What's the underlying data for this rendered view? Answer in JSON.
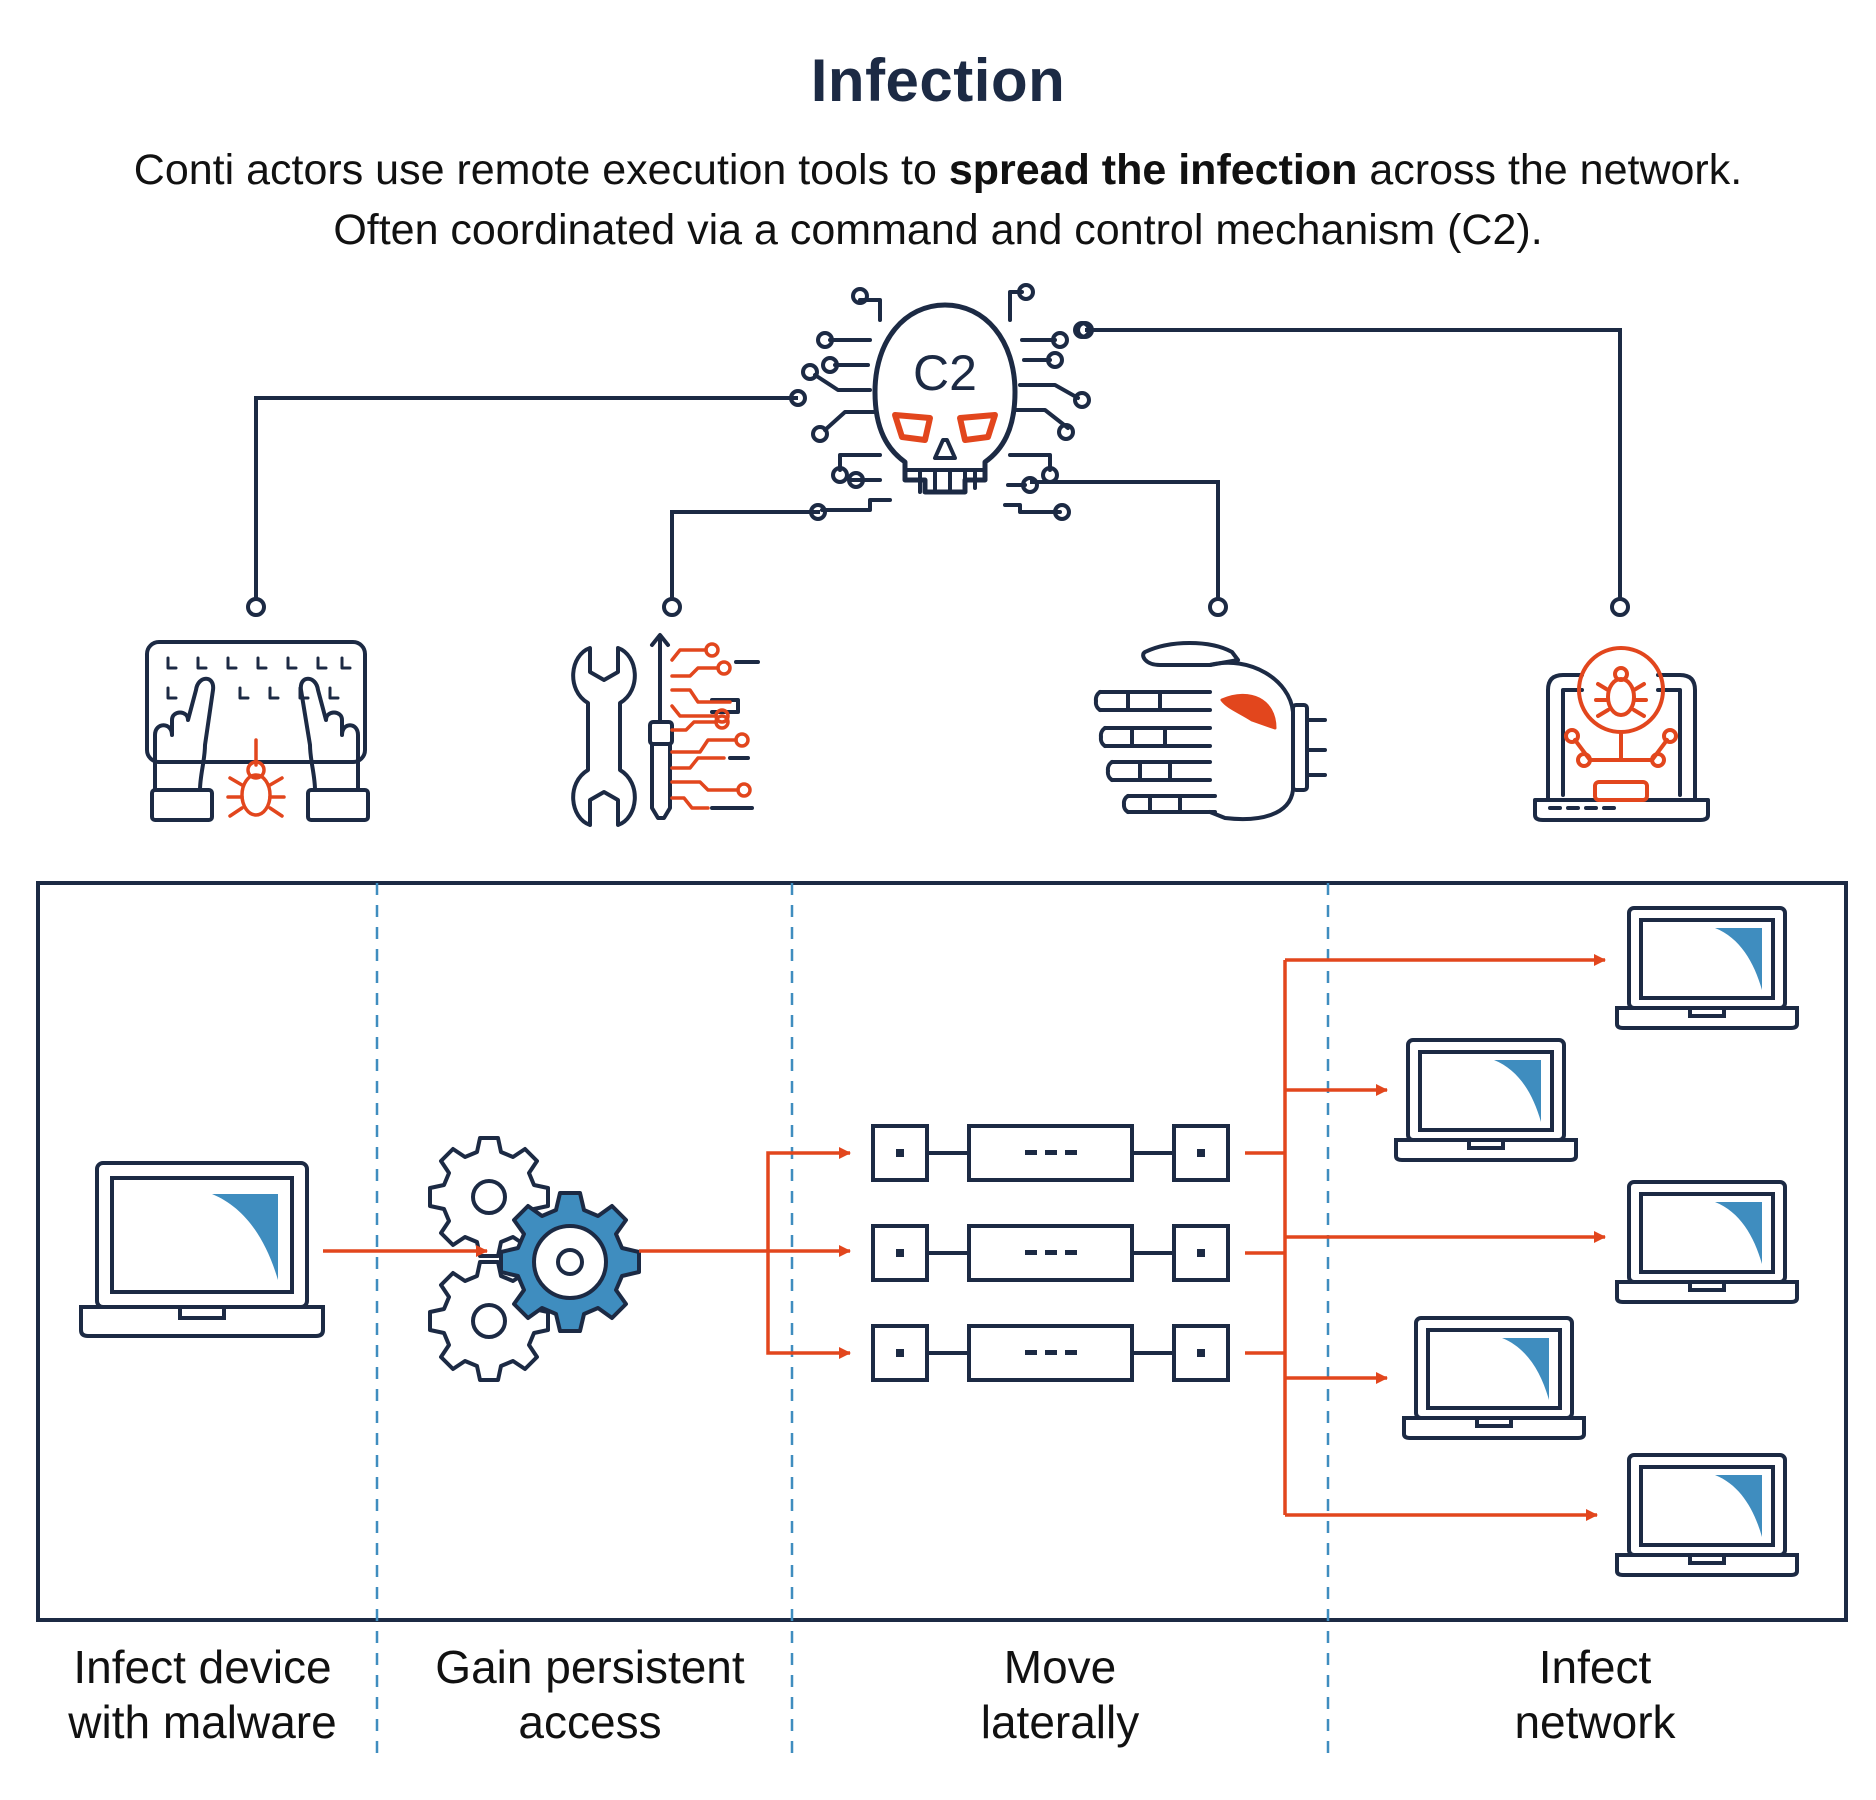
{
  "header": {
    "title": "Infection",
    "subtitle_line1_pre": "Conti actors use remote execution tools to ",
    "subtitle_line1_bold": "spread the infection",
    "subtitle_line1_post": " across the network.",
    "subtitle_line2": "Often coordinated via a command and control mechanism (C2)."
  },
  "c2": {
    "label": "C2"
  },
  "stages": [
    {
      "line1": "Infect device",
      "line2": "with malware"
    },
    {
      "line1": "Gain persistent",
      "line2": "access"
    },
    {
      "line1": "Move",
      "line2": "laterally"
    },
    {
      "line1": "Infect",
      "line2": "network"
    }
  ],
  "icons": {
    "top": [
      "keyboard-bug-icon",
      "tools-circuit-icon",
      "robot-hand-icon",
      "laptop-bug-icon"
    ],
    "flow": [
      "laptop-icon",
      "gears-icon",
      "server-connections-icon",
      "laptop-icon"
    ]
  },
  "colors": {
    "navy": "#1c2a44",
    "orange": "#e2461d",
    "blue": "#3f8dbf"
  }
}
